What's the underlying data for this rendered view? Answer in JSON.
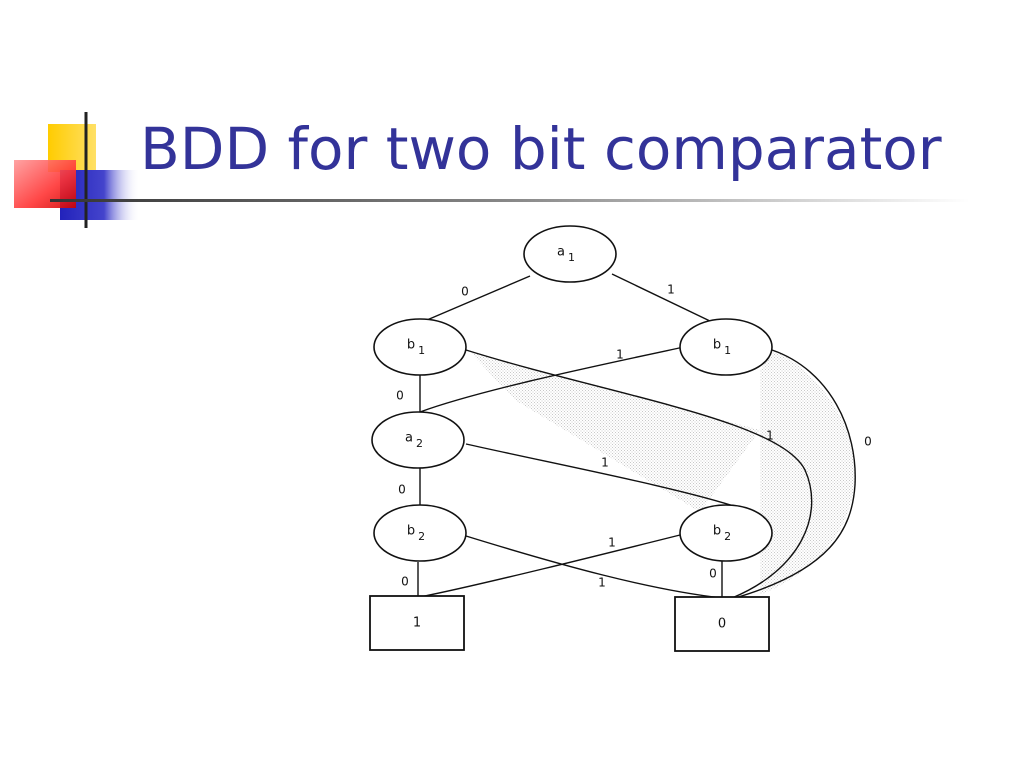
{
  "slide": {
    "title": "BDD for two bit comparator"
  },
  "colors": {
    "title": "#333399",
    "deco_yellow": "#ffcc00",
    "deco_red": "#ff3333",
    "deco_blue": "#3333cc",
    "rule": "#333333"
  },
  "diagram": {
    "nodes": [
      {
        "id": "a1",
        "var": "a",
        "sub": "1"
      },
      {
        "id": "b1L",
        "var": "b",
        "sub": "1"
      },
      {
        "id": "b1R",
        "var": "b",
        "sub": "1"
      },
      {
        "id": "a2",
        "var": "a",
        "sub": "2"
      },
      {
        "id": "b2L",
        "var": "b",
        "sub": "2"
      },
      {
        "id": "b2R",
        "var": "b",
        "sub": "2"
      }
    ],
    "terminals": [
      {
        "id": "t1",
        "label": "1"
      },
      {
        "id": "t0",
        "label": "0"
      }
    ],
    "edges": [
      {
        "from": "a1",
        "to": "b1L",
        "label": "0"
      },
      {
        "from": "a1",
        "to": "b1R",
        "label": "1"
      },
      {
        "from": "b1L",
        "to": "a2",
        "label": "0"
      },
      {
        "from": "b1L",
        "to": "t0",
        "label": "1"
      },
      {
        "from": "b1R",
        "to": "a2",
        "label": "1"
      },
      {
        "from": "b1R",
        "to": "t0",
        "label": "0"
      },
      {
        "from": "a2",
        "to": "b2L",
        "label": "0"
      },
      {
        "from": "a2",
        "to": "b2R",
        "label": "1"
      },
      {
        "from": "b2L",
        "to": "t1",
        "label": "0"
      },
      {
        "from": "b2L",
        "to": "t0",
        "label": "1"
      },
      {
        "from": "b2R",
        "to": "t1",
        "label": "1"
      },
      {
        "from": "b2R",
        "to": "t0",
        "label": "0"
      }
    ]
  }
}
